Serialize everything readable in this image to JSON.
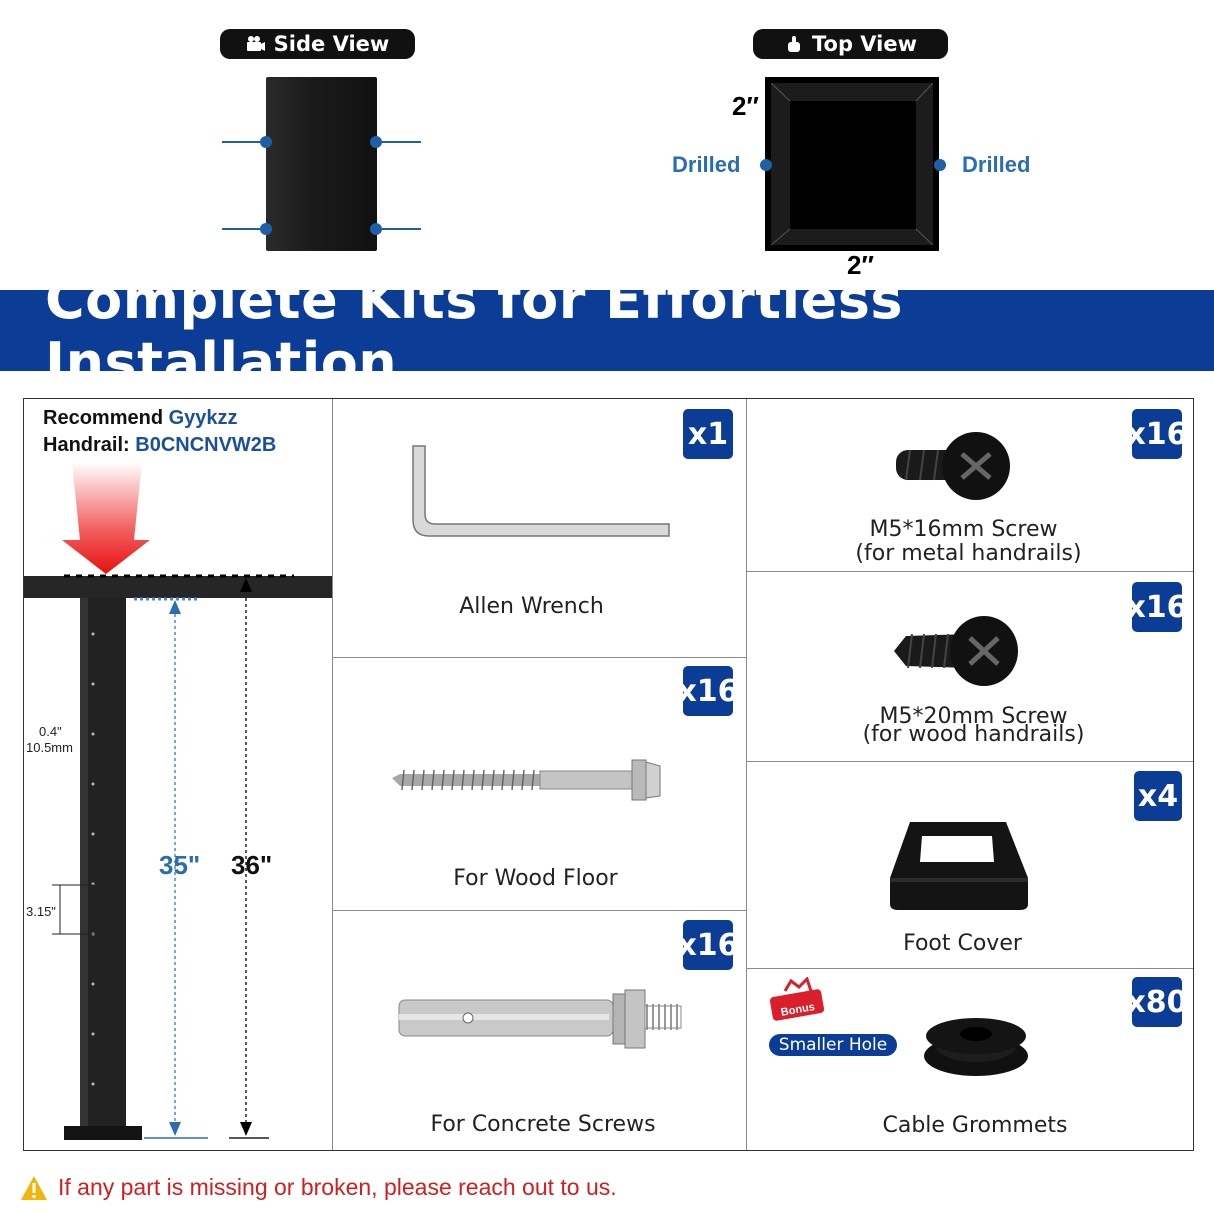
{
  "views": {
    "side_label": "Side View",
    "top_label": "Top View",
    "dim_top": "2″",
    "dim_bottom": "2″",
    "drilled_left": "Drilled",
    "drilled_right": "Drilled"
  },
  "banner": {
    "title": "Complete Kits for Effortless Installation"
  },
  "recommend": {
    "line1_prefix": "Recommend",
    "line1_brand": "Gyykzz",
    "line2_prefix": "Handrail:",
    "line2_code": "B0CNCNVW2B"
  },
  "post_dims": {
    "hole_in": "0.4\"",
    "hole_mm": "10.5mm",
    "spacing": "3.15\"",
    "height_inner": "35\"",
    "height_outer": "36\""
  },
  "kit_items": [
    {
      "name": "Allen Wrench",
      "qty": "x1"
    },
    {
      "name": "For Wood Floor",
      "qty": "x16"
    },
    {
      "name": "For Concrete Screws",
      "qty": "x16"
    },
    {
      "name": "M5*16mm Screw",
      "sub": "(for metal handrails)",
      "qty": "x16"
    },
    {
      "name": "M5*20mm Screw",
      "sub": "(for wood handrails)",
      "qty": "x16"
    },
    {
      "name": "Foot Cover",
      "qty": "x4"
    },
    {
      "name": "Cable Grommets",
      "qty": "x80",
      "bonus": "Bonus",
      "tag": "Smaller Hole"
    }
  ],
  "warning": "If any part is missing or broken, please reach out to us.",
  "colors": {
    "brand_blue": "#0b3c96",
    "accent_blue": "#2a6db3",
    "warning_red": "#d11e1e"
  }
}
